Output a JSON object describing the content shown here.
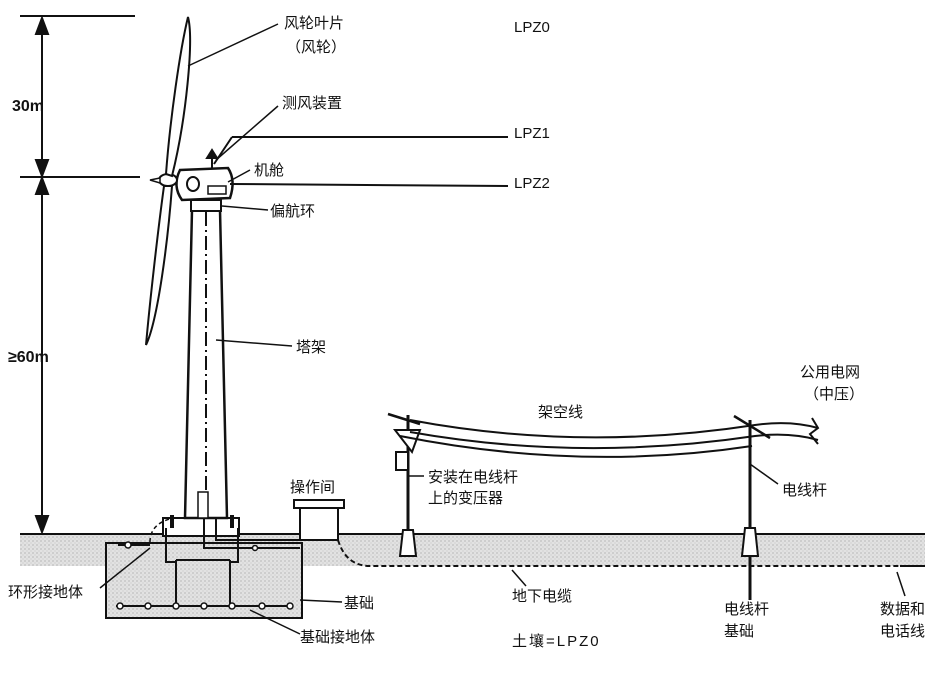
{
  "dimensions": {
    "upper": "30m",
    "lower": "≥60m"
  },
  "zones": {
    "lpz0": "LPZ0",
    "lpz1": "LPZ1",
    "lpz2": "LPZ2",
    "soil": "土壤=LPZ0"
  },
  "labels": {
    "rotor_blade_line1": "风轮叶片",
    "rotor_blade_line2": "（风轮）",
    "wind_sensor": "测风装置",
    "nacelle": "机舱",
    "yaw_ring": "偏航环",
    "tower": "塔架",
    "control_room": "操作间",
    "overhead_line": "架空线",
    "public_grid_line1": "公用电网",
    "public_grid_line2": "（中压）",
    "pole_transformer_line1": "安装在电线杆",
    "pole_transformer_line2": "上的变压器",
    "pole": "电线杆",
    "ring_earth": "环形接地体",
    "foundation": "基础",
    "foundation_earth": "基础接地体",
    "underground_cable": "地下电缆",
    "pole_foundation_line1": "电线杆",
    "pole_foundation_line2": "基础",
    "data_line_line1": "数据和",
    "data_line_line2": "电话线"
  },
  "colors": {
    "ink": "#111111",
    "ground_fill": "#d9d9d9"
  }
}
